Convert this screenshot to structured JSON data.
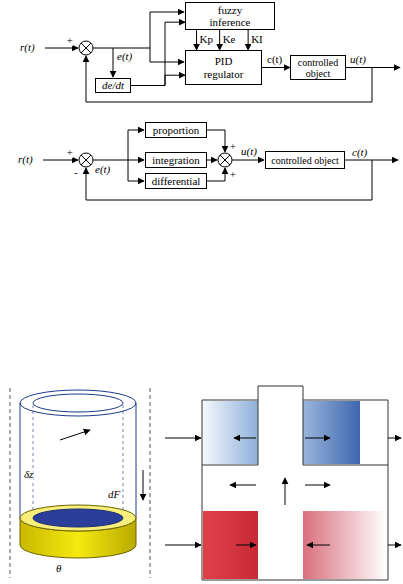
{
  "diagram": {
    "nodes": [
      {
        "text": [
          "fuzzy inference"
        ]
      },
      {
        "text": [
          "PID regulator"
        ]
      },
      {
        "text": [
          "controlled object"
        ]
      },
      {
        "text": [
          "de/dt"
        ]
      },
      {
        "text": [
          "proportion"
        ]
      },
      {
        "text": [
          "integration"
        ]
      },
      {
        "text": [
          "differential"
        ]
      },
      {
        "text": [
          "controlled object"
        ]
      }
    ],
    "edges": [
      {
        "from": 3,
        "to": 0,
        "arrow": "to"
      },
      {
        "from": 3,
        "to": 1,
        "arrow": "to"
      },
      {
        "from": 0,
        "to": 1,
        "label": "Kp",
        "arrow": "to"
      },
      {
        "from": 0,
        "to": 1,
        "label": "Ke",
        "arrow": "to"
      },
      {
        "from": 0,
        "to": 1,
        "label": "KI",
        "arrow": "to"
      },
      {
        "from": 1,
        "to": 2,
        "label": "c(t)",
        "arrow": "to"
      }
    ],
    "labels": [
      "r(t)",
      "+",
      "e(t)",
      "u(t)",
      "r(t)",
      "+",
      "e(t)",
      "-",
      "+",
      "+",
      "u(t)",
      "c(t)",
      "δz",
      "θ",
      "dF"
    ]
  }
}
